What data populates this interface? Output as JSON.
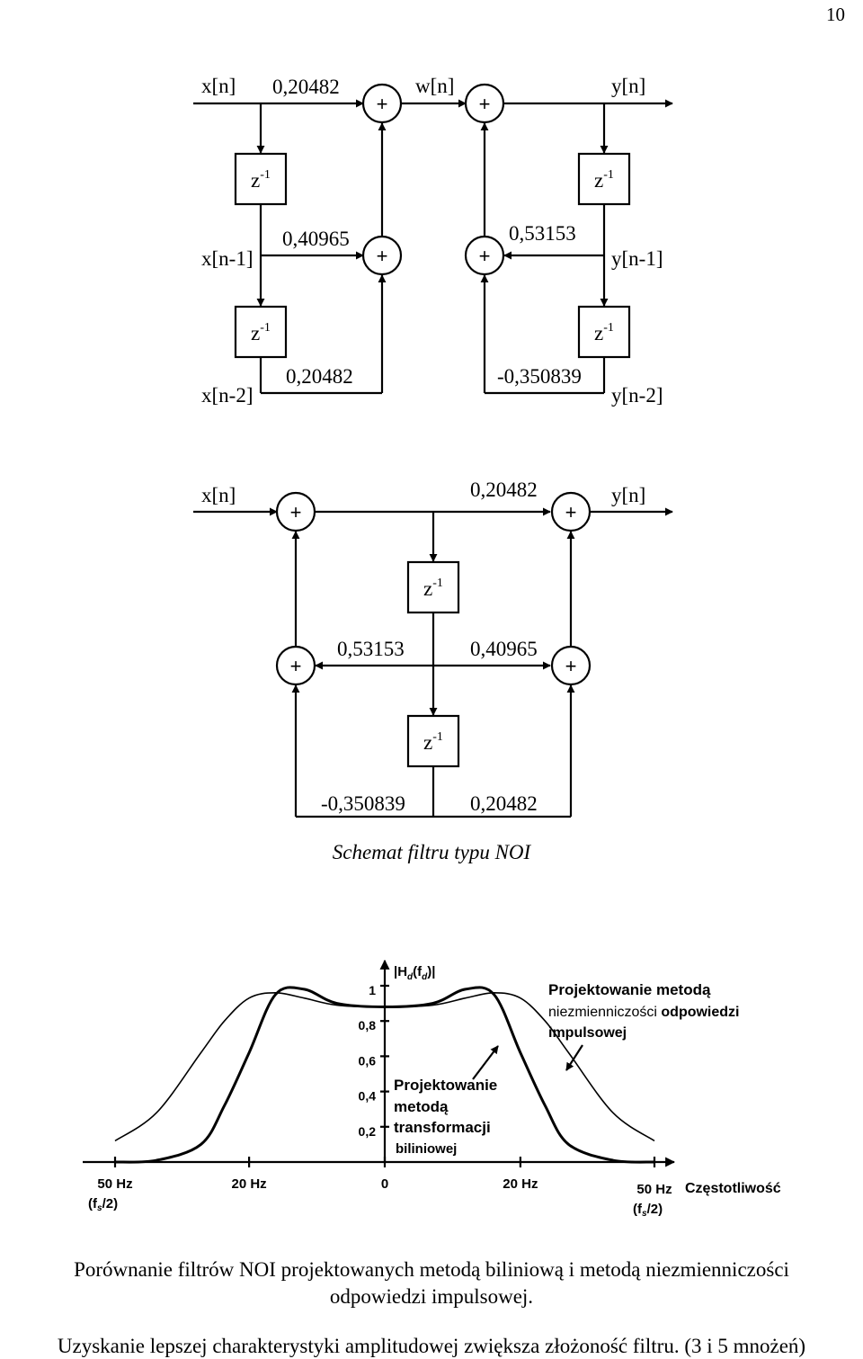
{
  "page_number": "10",
  "diagram1": {
    "x_n": "x[n]",
    "x_n1": "x[n-1]",
    "x_n2": "x[n-2]",
    "w_n": "w[n]",
    "y_n": "y[n]",
    "y_n1": "y[n-1]",
    "y_n2": "y[n-2]",
    "coef_b0": "0,20482",
    "coef_b1": "0,40965",
    "coef_b2": "0,20482",
    "coef_a1": "0,53153",
    "coef_a2": "-0,350839",
    "delay_base": "z",
    "delay_exp": "-1",
    "adder": "+"
  },
  "diagram2": {
    "x_n": "x[n]",
    "y_n": "y[n]",
    "coef_b0": "0,20482",
    "coef_a1": "0,53153",
    "coef_b1": "0,40965",
    "coef_a2": "-0,350839",
    "coef_b2": "0,20482",
    "delay_base": "z",
    "delay_exp": "-1",
    "adder": "+"
  },
  "caption_schematic": "Schemat filtru typu NOI",
  "chart_data": {
    "type": "line",
    "title": "",
    "ylabel": "|H",
    "ylabel_sub": "d",
    "ylabel_mid": "(f",
    "ylabel_sub2": "d",
    "ylabel_end": ")|",
    "xlabel": "Częstotliwość",
    "y_ticks": [
      "1",
      "0,8",
      "0,6",
      "0,4",
      "0,2"
    ],
    "x_ticks": [
      "50 Hz",
      "20 Hz",
      "0",
      "20 Hz",
      "50 Hz"
    ],
    "x_tick_note_left": "(f",
    "x_tick_note_sub": "s",
    "x_tick_note_end": "/2)",
    "ylim": [
      0,
      1.1
    ],
    "x": [
      -50,
      -40,
      -30,
      -25,
      -20,
      -15,
      -10,
      -5,
      0,
      5,
      10,
      15,
      20,
      25,
      30,
      40,
      50
    ],
    "series": [
      {
        "name": "Projektowanie metodą niezmienniczości odpowiedzi impulsowej",
        "values": [
          0.12,
          0.28,
          0.62,
          0.8,
          0.93,
          0.96,
          0.93,
          0.89,
          0.88,
          0.89,
          0.93,
          0.96,
          0.93,
          0.8,
          0.62,
          0.28,
          0.12
        ]
      },
      {
        "name": "Projektowanie metodą transformacji biliniowej",
        "values": [
          0.0,
          0.01,
          0.1,
          0.32,
          0.62,
          0.95,
          0.98,
          0.9,
          0.88,
          0.9,
          0.98,
          0.95,
          0.62,
          0.32,
          0.1,
          0.01,
          0.0
        ]
      }
    ],
    "annotation_impulse_line1": "Projektowanie metodą",
    "annotation_impulse_line2a": "niezmienniczości ",
    "annotation_impulse_line2b": "odpowiedzi",
    "annotation_impulse_line3": "impulsowej",
    "annotation_bilinear_line1": "Projektowanie",
    "annotation_bilinear_line2": "metodą",
    "annotation_bilinear_line3": "transformacji",
    "annotation_bilinear_line4": "biliniowej"
  },
  "caption_chart_line1": "Porównanie filtrów NOI projektowanych metodą biliniową i metodą niezmienniczości",
  "caption_chart_line2": "odpowiedzi impulsowej.",
  "footer": "Uzyskanie lepszej charakterystyki amplitudowej zwiększa złożoność filtru. (3 i 5 mnożeń)"
}
